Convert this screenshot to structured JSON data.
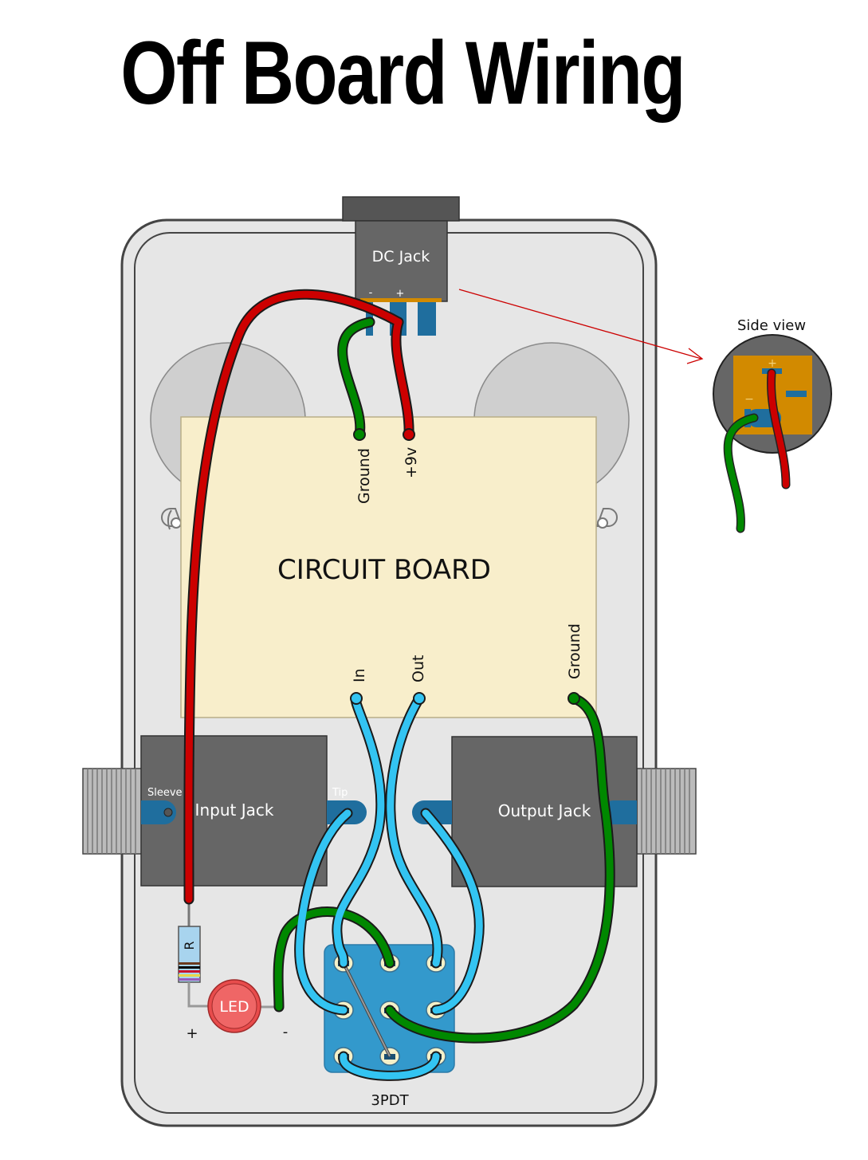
{
  "title": "Off Board Wiring",
  "labels": {
    "dc_jack": "DC Jack",
    "dc_minus": "-",
    "dc_plus": "+",
    "side_view": "Side view",
    "side_plus": "+",
    "side_minus": "−",
    "circuit_board": "CIRCUIT BOARD",
    "board_ground_top": "Ground",
    "board_9v": "+9v",
    "board_in": "In",
    "board_out": "Out",
    "board_ground_bottom": "Ground",
    "input_jack": "Input Jack",
    "sleeve": "Sleeve",
    "tip": "Tip",
    "output_jack": "Output Jack",
    "resistor": "R",
    "led": "LED",
    "led_plus": "+",
    "led_minus": "-",
    "switch": "3PDT"
  },
  "colors": {
    "wire_power": "#cc0000",
    "wire_ground": "#008800",
    "wire_signal": "#33c4f2",
    "board": "#f8eecb",
    "jack_body": "#666666",
    "switch_body": "#3399cc",
    "enclosure": "#e6e6e6",
    "led": "#e84c4c",
    "side_view_board": "#d28a00"
  }
}
